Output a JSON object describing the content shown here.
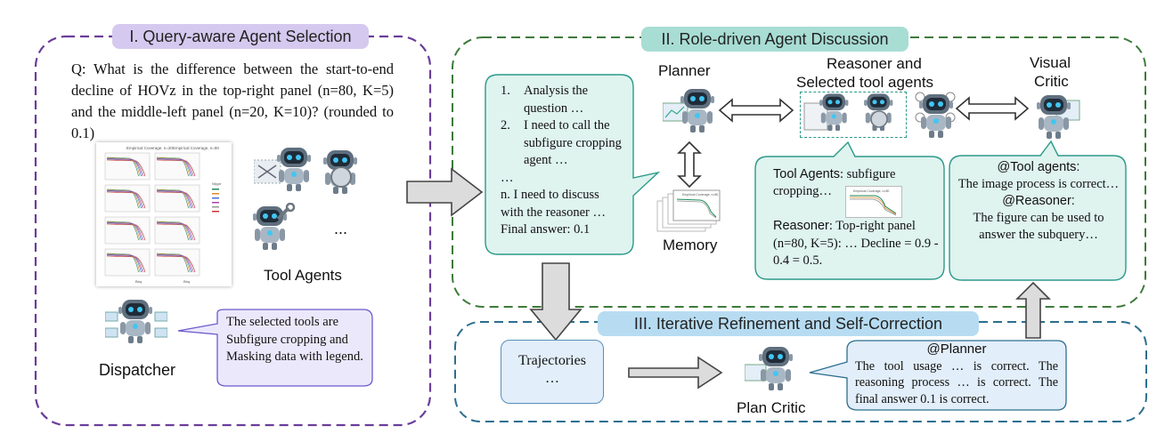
{
  "panels": {
    "selection_title": "I. Query-aware Agent Selection",
    "discussion_title": "II. Role-driven Agent Discussion",
    "refinement_title": "III. Iterative Refinement and Self-Correction"
  },
  "query": {
    "text": "Q: What is the difference between the start-to-end decline of HOVz in the top-right panel (n=80, K=5) and the middle-left panel (n=20, K=10)? (rounded to 0.1)"
  },
  "thumbnail": {
    "left_title": "Empirical Coverage, n=20",
    "right_title": "Empirical Coverage, n=80",
    "legend_title": "Ntype",
    "x_label": "Bbq"
  },
  "tool_agents": {
    "label": "Tool Agents",
    "ellipsis": "..."
  },
  "dispatcher": {
    "label": "Dispatcher",
    "message": "The selected tools are Subfigure cropping and Masking data with legend."
  },
  "planner": {
    "label": "Planner",
    "steps": [
      {
        "num": "1.",
        "text": "Analysis the question …"
      },
      {
        "num": "2.",
        "text": "I need to call the subfigure cropping agent …"
      }
    ],
    "dots": "…",
    "last_step": "n. I need to discuss with the reasoner …",
    "final": "Final answer: 0.1"
  },
  "memory": {
    "label": "Memory",
    "chart_title": "Empirical Coverage, n=80"
  },
  "reasoner": {
    "label_line1": "Reasoner and",
    "label_line2": "Selected tool agents",
    "tool_prefix": "Tool Agents",
    "tool_text": ": subfigure cropping…",
    "crop_title": "Empirical Coverage, n=80",
    "reasoner_prefix": "Reasoner",
    "reasoner_text": ": Top-right panel (n=80, K=5): … Decline = 0.9 - 0.4 = 0.5."
  },
  "visual_critic": {
    "label_line1": "Visual",
    "label_line2": "Critic",
    "tool_mention": "@Tool agents:",
    "tool_msg": "The image process is correct…",
    "reasoner_mention": "@Reasoner:",
    "reasoner_msg": "The figure can be used to answer the subquery…"
  },
  "trajectories": {
    "label": "Trajectories",
    "dots": "…"
  },
  "plan_critic": {
    "label": "Plan Critic",
    "mention": "@Planner",
    "message": "The tool usage … is correct. The reasoning process … is correct. The final answer 0.1 is correct."
  },
  "colors": {
    "purple_border": "#6a3d9a",
    "purple_title_bg": "#d6c9ef",
    "green_border": "#3d7a3a",
    "teal_title_bg": "#a8ddd4",
    "teal_bubble_bg": "#dff3ef",
    "teal_bubble_border": "#2c9a8a",
    "blue_border": "#2d6f8f",
    "blue_title_bg": "#b7dcf2",
    "lavender_bubble": "#ece8fb",
    "arrow_fill": "#dcdcdc"
  }
}
